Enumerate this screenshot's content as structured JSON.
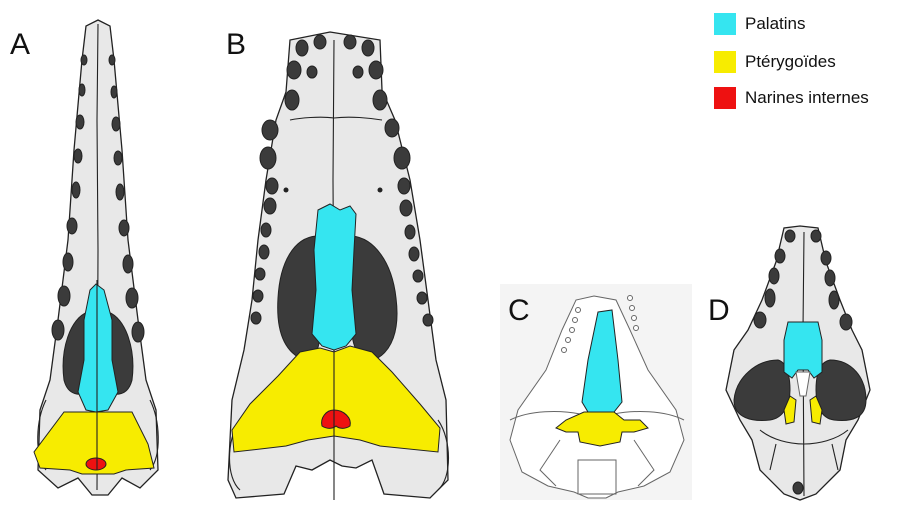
{
  "panels": [
    "A",
    "B",
    "C",
    "D"
  ],
  "legend": [
    {
      "label": "Palatins",
      "color": "#35e5f0"
    },
    {
      "label": "Ptérygoïdes",
      "color": "#f7ec00"
    },
    {
      "label": "Narines internes",
      "color": "#ee1111"
    }
  ],
  "colors": {
    "palatine": "#35e5f0",
    "pterygoid": "#f7ec00",
    "choana": "#ee1111",
    "bone": "#e8e8e8",
    "fenestra": "#3b3b3b"
  }
}
